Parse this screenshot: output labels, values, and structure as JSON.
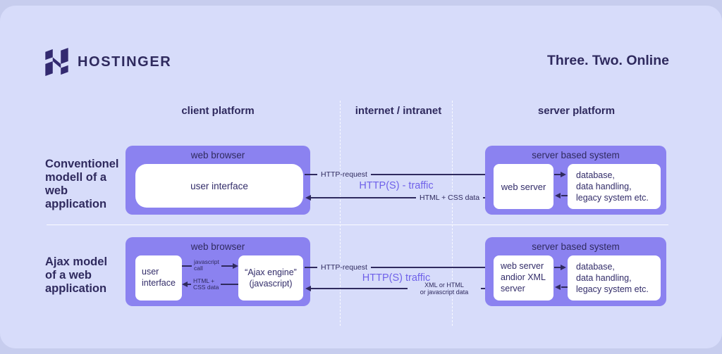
{
  "header": {
    "brand": "HOSTINGER",
    "tagline": "Three. Two. Online"
  },
  "columns": {
    "client": "client platform",
    "internet": "internet / intranet",
    "server": "server platform"
  },
  "colors": {
    "canvas": "#c7cdee",
    "panel": "#d7dcfa",
    "container_purple": "#8b82f0",
    "card_white": "#ffffff",
    "ink": "#2f2a5e",
    "accent": "#6f61e9"
  },
  "rows": {
    "conventional": {
      "label_lines": [
        "Conventionel",
        "modell of a",
        "web",
        "application"
      ],
      "client": {
        "title": "web browser",
        "user_interface": "user interface"
      },
      "middle": {
        "request": "HTTP-request",
        "traffic": "HTTP(S) - traffic",
        "response": "HTML + CSS data"
      },
      "server": {
        "title": "server based system",
        "web_server": "web server",
        "backend_lines": [
          "database,",
          "data handling,",
          "legacy system etc."
        ]
      }
    },
    "ajax": {
      "label_lines": [
        "Ajax model",
        "of a web",
        "application"
      ],
      "client": {
        "title": "web browser",
        "user_interface_lines": [
          "user",
          "interface"
        ],
        "ajax_engine_lines": [
          "“Ajax engine”",
          "(javascript)"
        ],
        "call_lines": [
          "javascript",
          "call"
        ],
        "return_lines": [
          "HTML +",
          "CSS data"
        ]
      },
      "middle": {
        "request": "HTTP-request",
        "traffic": "HTTP(S) traffic",
        "response_lines": [
          "XML or HTML",
          "or javascript data"
        ]
      },
      "server": {
        "title": "server based system",
        "web_server_lines": [
          "web server",
          "andior XML",
          "server"
        ],
        "backend_lines": [
          "database,",
          "data handling,",
          "legacy system etc."
        ]
      }
    }
  }
}
